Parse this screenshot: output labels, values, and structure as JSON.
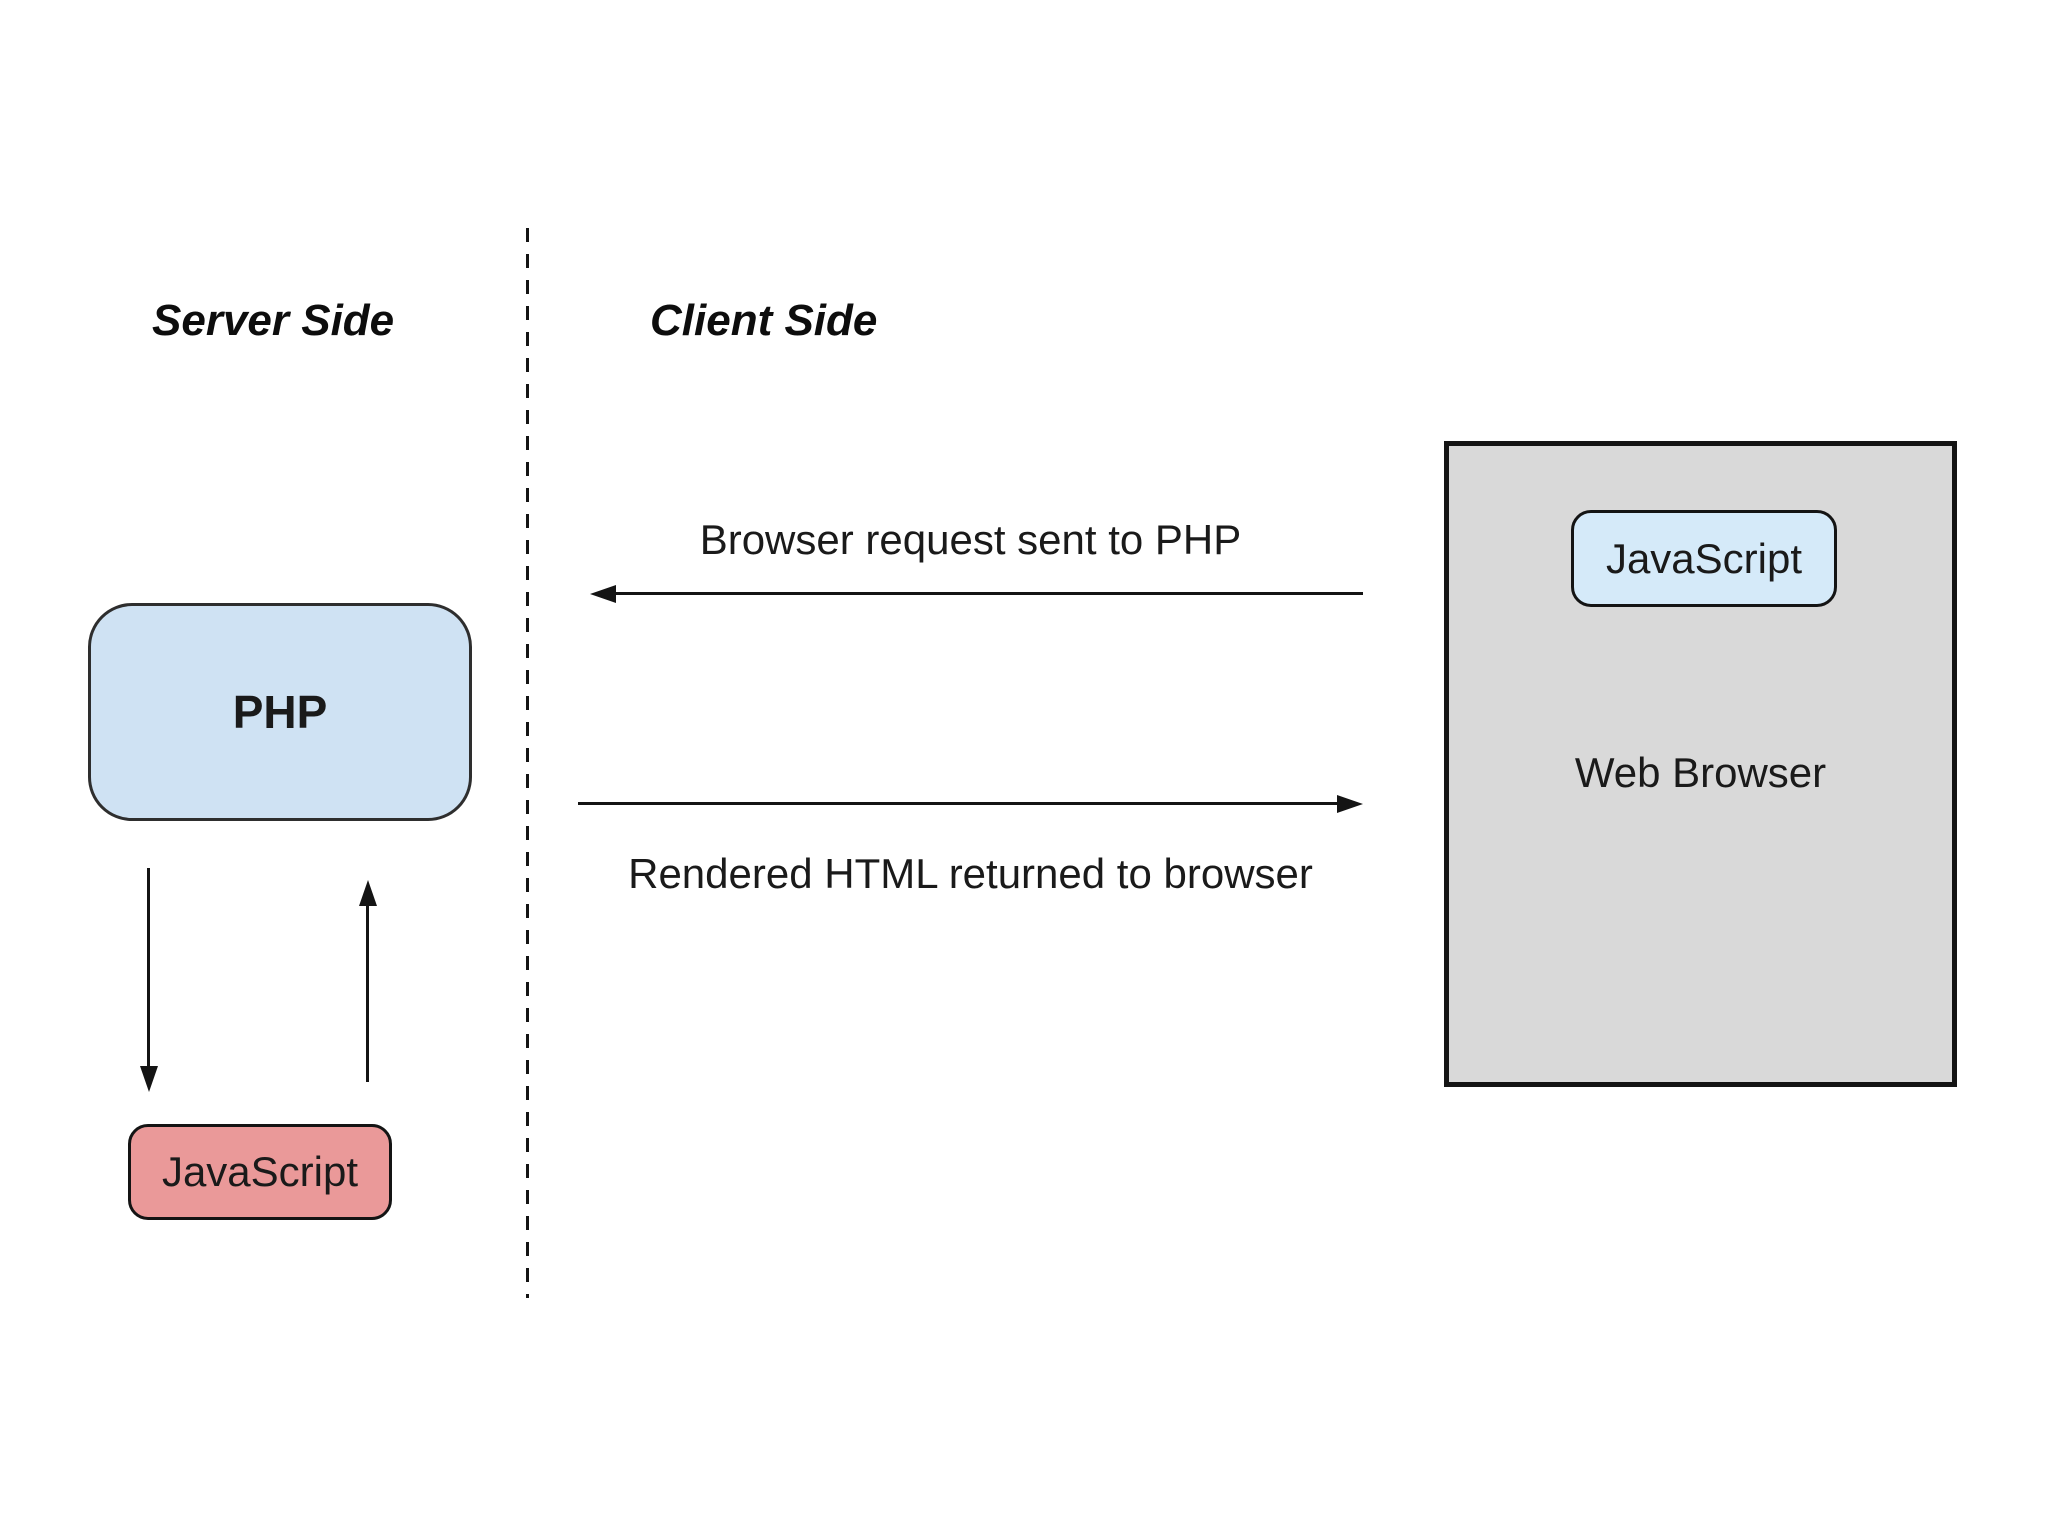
{
  "titles": {
    "server": "Server Side",
    "client": "Client Side"
  },
  "server": {
    "php_label": "PHP",
    "js_label": "JavaScript"
  },
  "client": {
    "browser_label": "Web Browser",
    "js_label": "JavaScript"
  },
  "arrows": {
    "request_label": "Browser request sent to PHP",
    "response_label": "Rendered HTML returned to browser"
  },
  "colors": {
    "background": "#ffffff",
    "php_fill": "#cfe2f3",
    "server_js_fill": "#ea9999",
    "client_js_fill": "#d5eaf9",
    "browser_fill": "#d9d9d9",
    "stroke": "#141414"
  }
}
